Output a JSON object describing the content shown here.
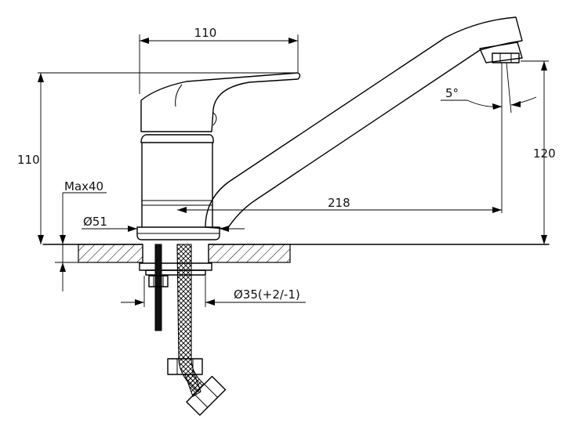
{
  "drawing": {
    "dimensions": {
      "handle_length": "110",
      "body_height": "110",
      "spout_height": "120",
      "spout_reach": "218",
      "base_diameter": "Ø51",
      "max_thickness": "Max40",
      "hole_diameter": "Ø35(+2/-1)",
      "spout_angle": "5°"
    }
  }
}
